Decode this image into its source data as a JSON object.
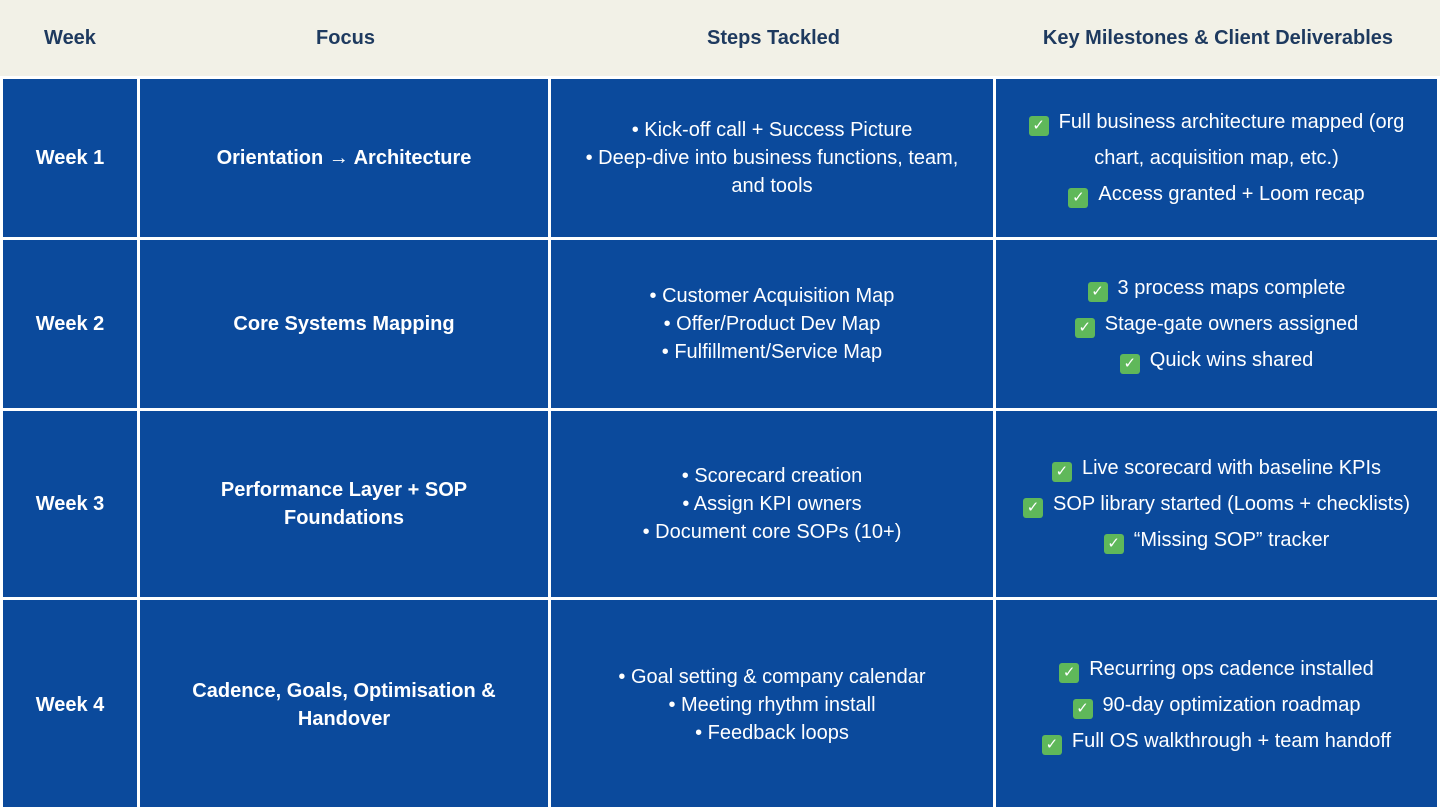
{
  "headers": [
    "Week",
    "Focus",
    "Steps Tackled",
    "Key Milestones & Client Deliverables"
  ],
  "check_icon": "white-check-mark-on-green",
  "colors": {
    "header_bg": "#f2f1e7",
    "header_text": "#1e3a5f",
    "cell_bg": "#0b4a9c",
    "check": "#5fb85a"
  },
  "rows": [
    {
      "week": "Week 1",
      "focus": "Orientation → Architecture",
      "steps": [
        "• Kick-off call + Success Picture",
        "• Deep-dive into business functions, team, and tools"
      ],
      "milestones": [
        "Full business architecture mapped (org chart, acquisition map, etc.)",
        "Access granted + Loom recap"
      ]
    },
    {
      "week": "Week 2",
      "focus": "Core Systems Mapping",
      "steps": [
        "• Customer Acquisition Map",
        "• Offer/Product Dev Map",
        "• Fulfillment/Service Map"
      ],
      "milestones": [
        "3 process maps complete",
        "Stage-gate owners assigned",
        "Quick wins shared"
      ]
    },
    {
      "week": "Week 3",
      "focus": "Performance Layer + SOP Foundations",
      "steps": [
        "• Scorecard creation",
        "• Assign KPI owners",
        "• Document core SOPs (10+)"
      ],
      "milestones": [
        "Live scorecard with baseline KPIs",
        "SOP library started (Looms + checklists)",
        "“Missing SOP” tracker"
      ]
    },
    {
      "week": "Week 4",
      "focus": "Cadence, Goals, Optimisation & Handover",
      "steps": [
        "• Goal setting & company calendar",
        "• Meeting rhythm install",
        "• Feedback loops"
      ],
      "milestones": [
        "Recurring ops cadence installed",
        "90-day optimization roadmap",
        "Full OS walkthrough + team handoff"
      ]
    }
  ]
}
